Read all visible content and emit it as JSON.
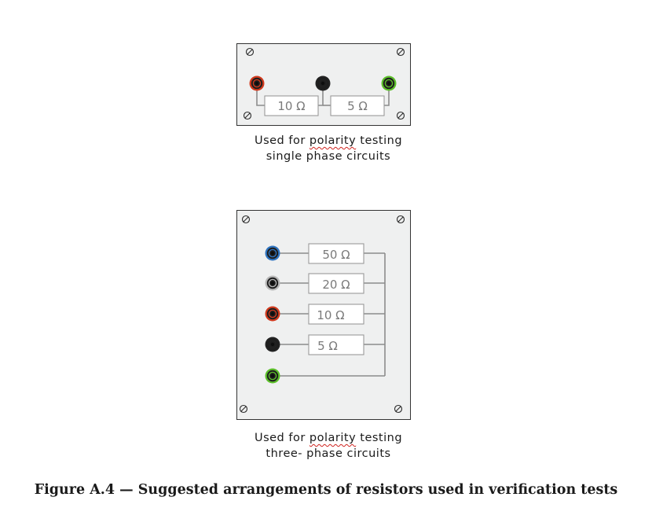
{
  "panel1": {
    "resistors": [
      "10 Ω",
      "5 Ω"
    ],
    "terminal_colors": [
      "#d13a1e",
      "#222222",
      "#5cbf2a"
    ],
    "caption": {
      "prefix": "Used for ",
      "underlined": "polarity",
      "suffix": " testing",
      "line2": "single phase circuits"
    }
  },
  "panel2": {
    "resistors": [
      "50 Ω",
      "20 Ω",
      "10 Ω",
      "5 Ω"
    ],
    "terminal_colors": [
      "#2f74c0",
      "#b8b8b8",
      "#d13a1e",
      "#222222",
      "#5cbf2a"
    ],
    "caption": {
      "prefix": "Used for ",
      "underlined": "polarity",
      "suffix": " testing",
      "line2": "three- phase circuits"
    }
  },
  "figure_caption": "Figure A.4 — Suggested arrangements of resistors used in verification tests"
}
